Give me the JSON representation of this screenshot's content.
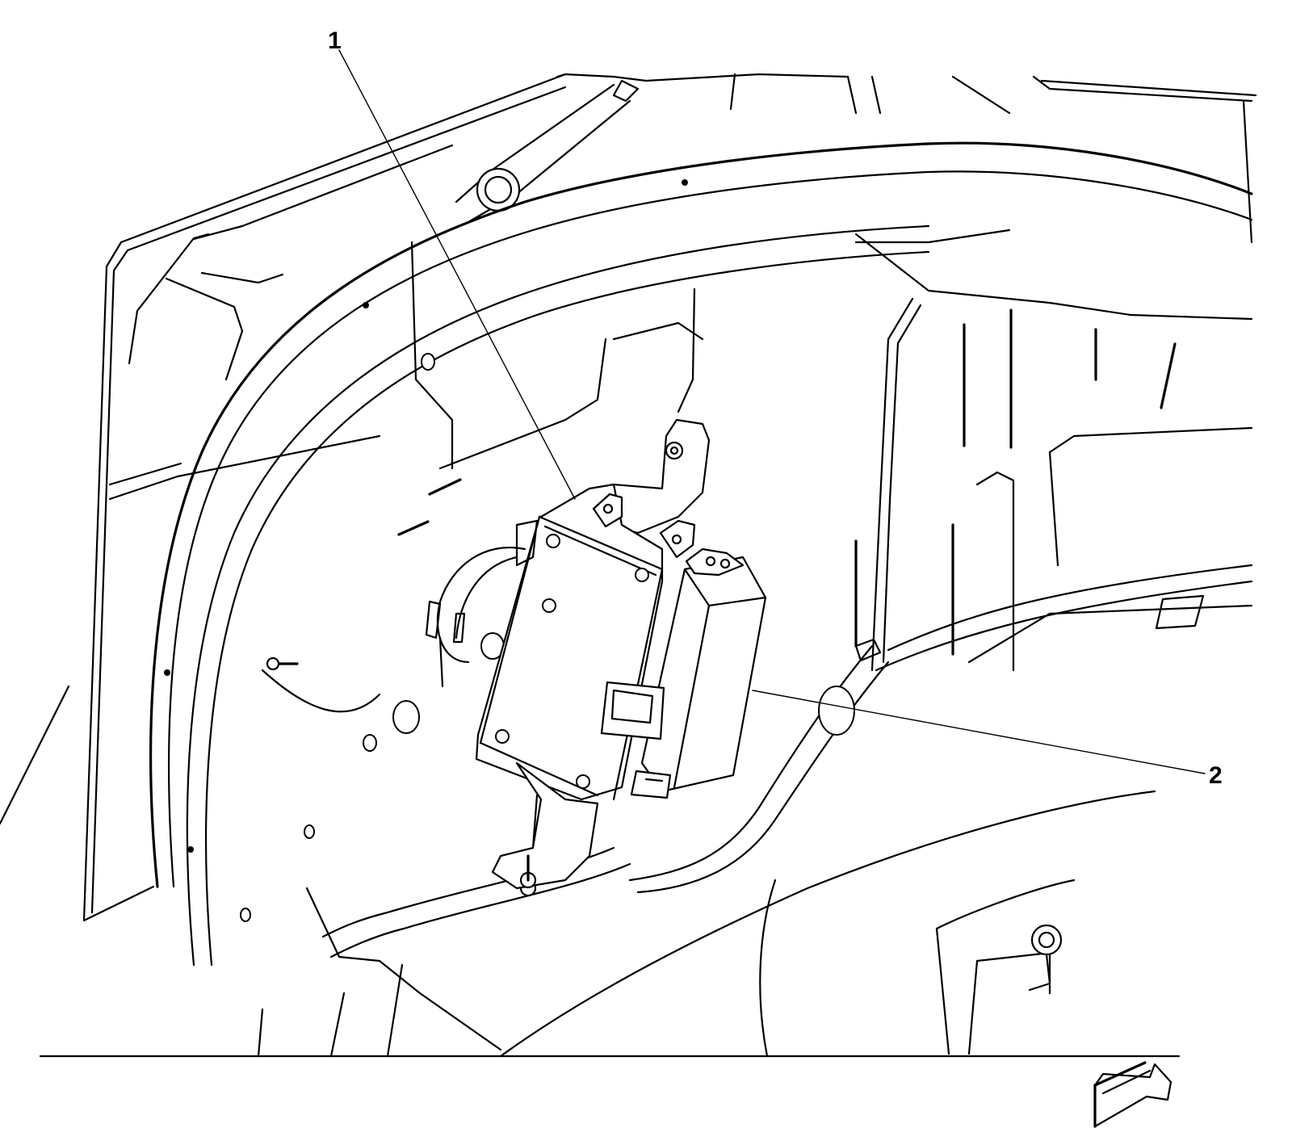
{
  "callouts": [
    {
      "id": "1",
      "label": "1"
    },
    {
      "id": "2",
      "label": "2"
    }
  ],
  "icons": {
    "view_direction": "view-direction-arrow-icon"
  },
  "colors": {
    "line": "#000000",
    "background": "#ffffff"
  }
}
